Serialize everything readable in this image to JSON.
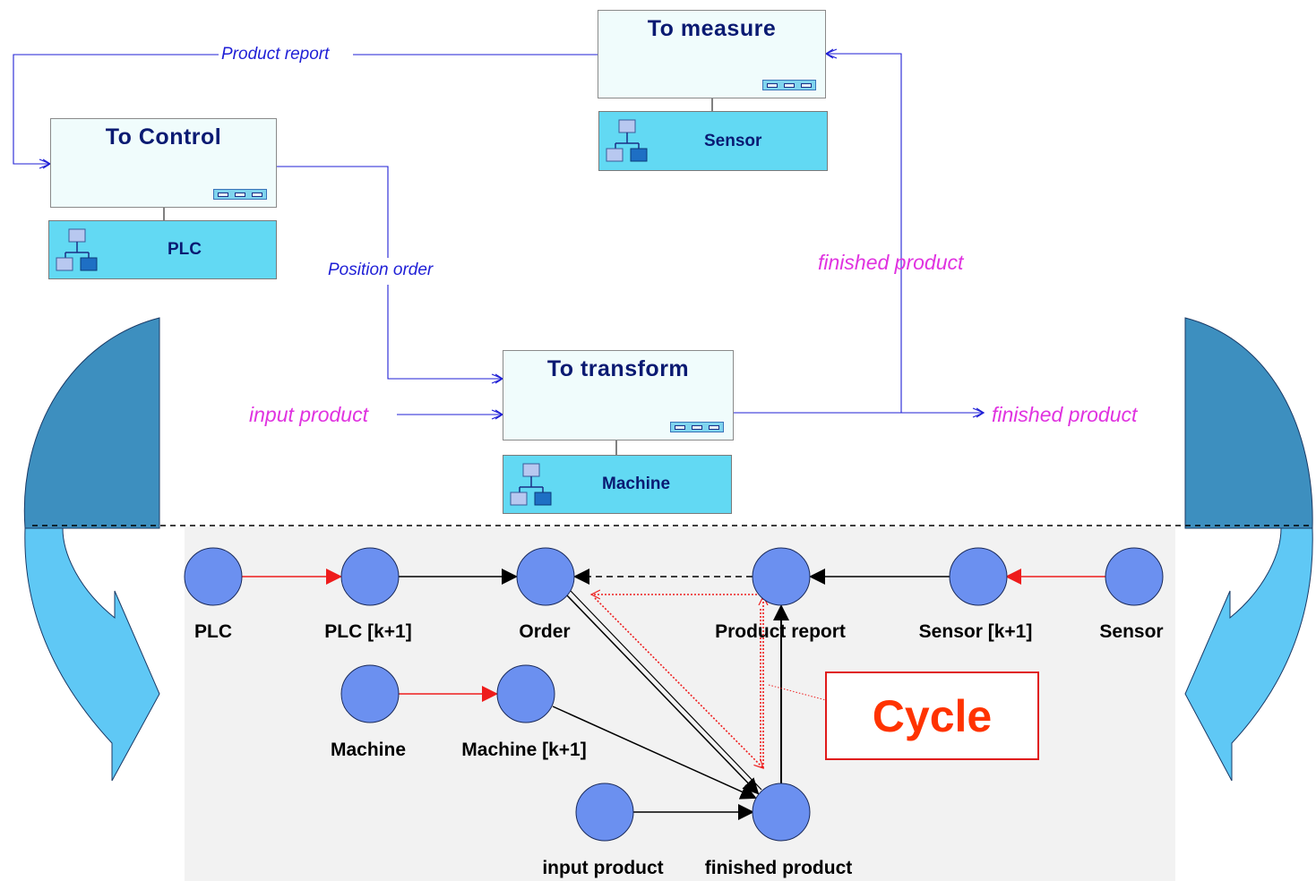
{
  "functions": {
    "control": "To Control",
    "measure": "To measure",
    "transform": "To transform"
  },
  "resources": {
    "plc": "PLC",
    "sensor": "Sensor",
    "machine": "Machine"
  },
  "flows": {
    "product_report": "Product report",
    "position_order": "Position order",
    "input_product": "input product",
    "finished_product_up": "finished product",
    "finished_product_out": "finished product"
  },
  "graph": {
    "nodes": {
      "plc": "PLC",
      "plc_k1": "PLC [k+1]",
      "order": "Order",
      "product_report": "Product report",
      "sensor_k1": "Sensor [k+1]",
      "sensor": "Sensor",
      "machine": "Machine",
      "machine_k1": "Machine [k+1]",
      "input_product": "input product",
      "finished_product": "finished product"
    },
    "cycle_label": "Cycle"
  },
  "colors": {
    "flow_blue": "#1f1fd6",
    "flow_pink": "#e033e0",
    "node_fill": "#6b90f0",
    "delay_edge": "#ee1c1c",
    "cycle": "#ff3300",
    "curved_arrow_light": "#5fc8f5",
    "curved_arrow_dark": "#3d8fbf"
  },
  "icons": {
    "function_box": "sequence-icon",
    "resource": "hierarchy-icon"
  }
}
